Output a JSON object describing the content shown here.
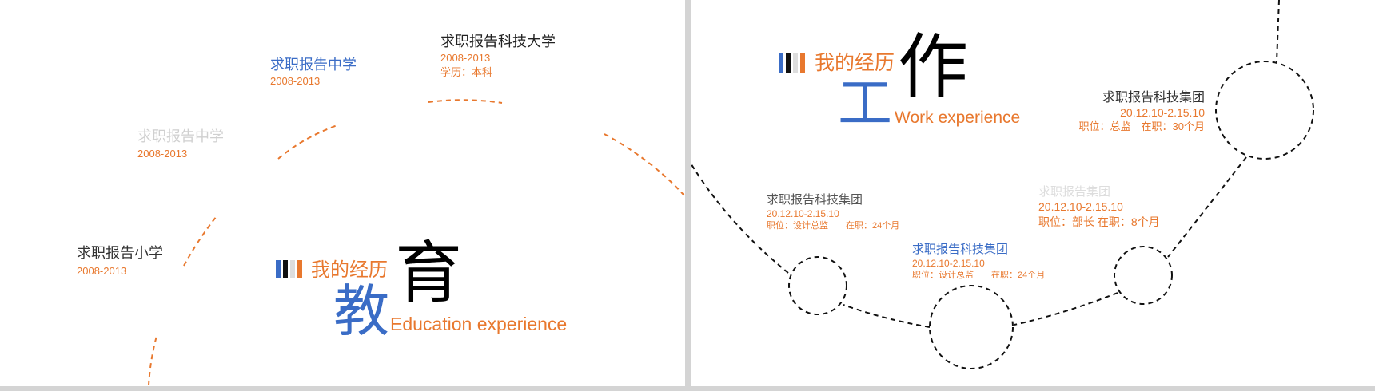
{
  "colors": {
    "orange": "#e8782e",
    "blue": "#3a6cc6",
    "dark": "#333333",
    "faded": "#d0d0d0"
  },
  "education": {
    "heading": "我的经历",
    "big_char_1": "育",
    "big_char_2": "教",
    "subtitle": "Education experience",
    "entries": [
      {
        "school": "求职报告科技大学",
        "years": "2008-2013",
        "degree": "学历：本科"
      },
      {
        "school": "求职报告中学",
        "years": "2008-2013"
      },
      {
        "school": "求职报告中学",
        "years": "2008-2013"
      },
      {
        "school": "求职报告小学",
        "years": "2008-2013"
      }
    ]
  },
  "work": {
    "heading": "我的经历",
    "big_char_1": "作",
    "big_char_2": "工",
    "subtitle": "Work experience",
    "entries": [
      {
        "company": "求职报告科技集团",
        "dates": "20.12.10-2.15.10",
        "detail": "职位：总监　在职：30个月"
      },
      {
        "company": "求职报告科技集团",
        "dates": "20.12.10-2.15.10",
        "detail": "职位：设计总监　　在职：24个月"
      },
      {
        "company": "求职报告科技集团",
        "dates": "20.12.10-2.15.10",
        "detail": "职位：设计总监　　在职：24个月"
      },
      {
        "company": "求职报告集团",
        "dates": "20.12.10-2.15.10",
        "detail": "职位：部长  在职：8个月"
      }
    ]
  }
}
